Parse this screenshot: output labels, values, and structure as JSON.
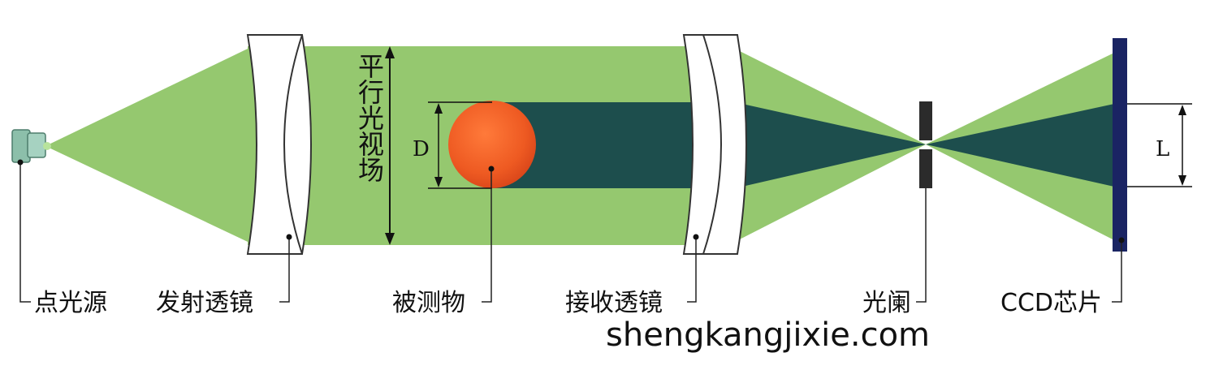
{
  "labels": {
    "point_source": "点光源",
    "emit_lens": "发射透镜",
    "object": "被测物",
    "receive_lens": "接收透镜",
    "aperture": "光阑",
    "ccd": "CCD芯片",
    "parallel_field": "平行光视场",
    "dim_d": "D",
    "dim_l": "L"
  },
  "watermark": "shengkangjixie.com",
  "colors": {
    "light_green": "#95c86f",
    "dark_green": "#1d4e4d",
    "object_red": "#ee5a22",
    "ccd_navy": "#1a2463",
    "aperture_dark": "#2b2b2b",
    "lens_fill": "#ffffff",
    "lens_stroke": "#333333"
  }
}
